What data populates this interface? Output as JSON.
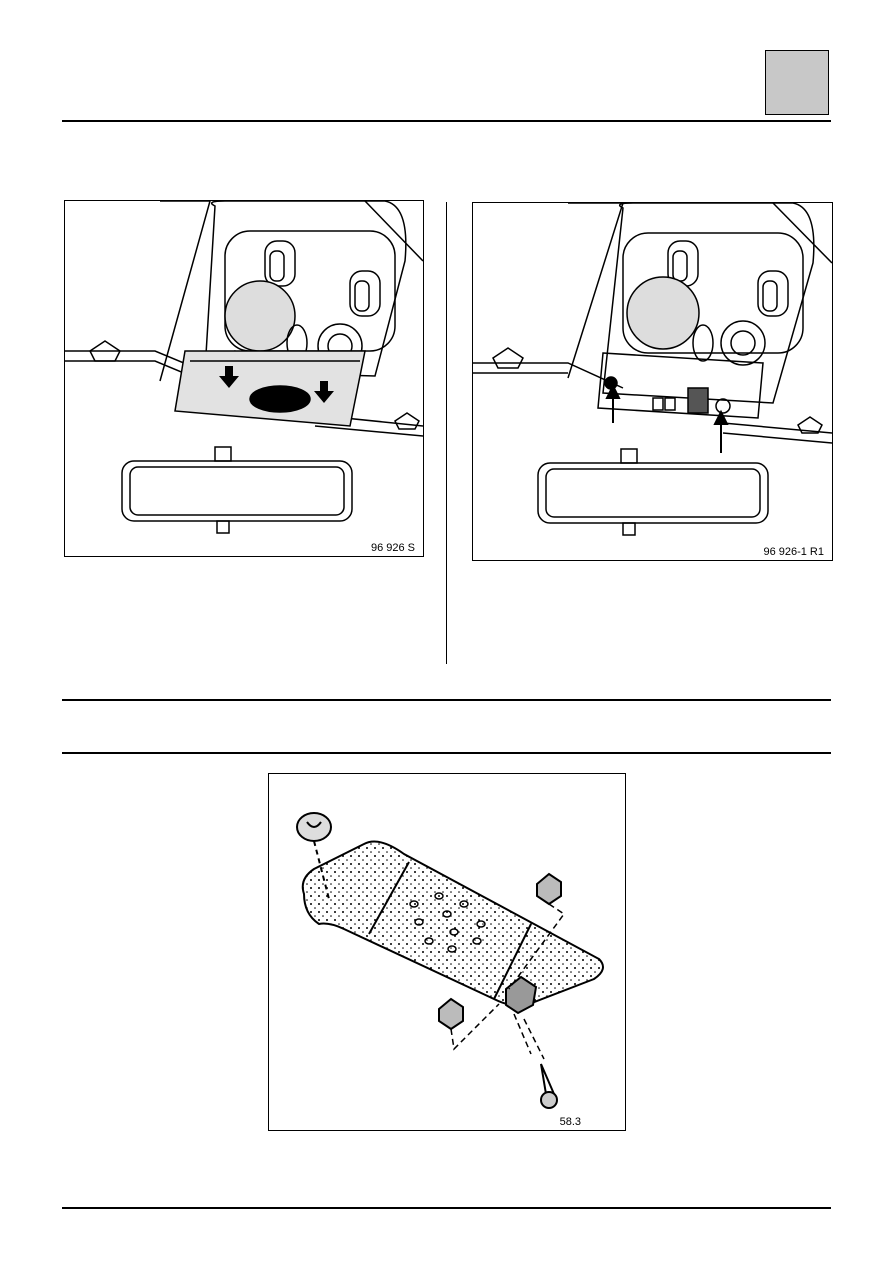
{
  "figures": {
    "fig1": {
      "caption": "96 926 S"
    },
    "fig2": {
      "caption": "96 926-1 R1"
    },
    "fig3": {
      "caption": "58.3"
    }
  }
}
